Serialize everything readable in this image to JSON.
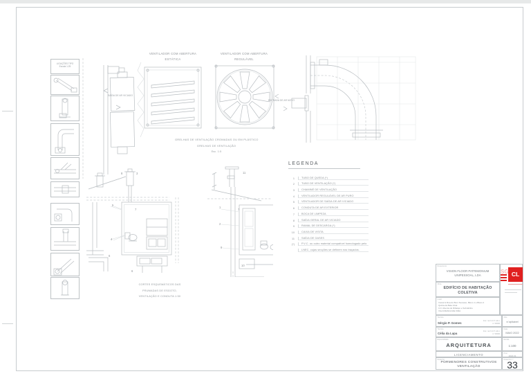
{
  "drawings": {
    "ligacoes_label_1": "LIGAÇÕES TIPO",
    "ligacoes_label_2": "Escala 1:25",
    "static_label_1": "VENTILADOR COM ABERTURA",
    "static_label_2": "ESTÁTICA",
    "adjust_label_1": "VENTILADOR COM ABERTURA",
    "adjust_label_2": "REGULÁVEL",
    "grelhas_caption_1": "GRELHAS DE VENTILAÇÃO CROMADAS OU EM PLÁSTICO",
    "grelhas_caption_2": "GRELHAS DE VENTILAÇÃO",
    "grelhas_caption_3": "Esc. 1:5",
    "saida_ar": "SAÍDA DE AR VICIADO",
    "entrada_ar": "ENTRADA DE AR NOVO",
    "cortes_caption_1": "CORTES ESQUEMÁTICOS DAS",
    "cortes_caption_2": "PRUMADAS DE ESGOTO,",
    "cortes_caption_3": "VENTILAÇÃO E CONDUTA 1:50",
    "callouts": [
      "8",
      "3",
      "5",
      "7",
      "4",
      "6",
      "6",
      "11",
      "1",
      "7",
      "2",
      "9",
      "10"
    ]
  },
  "legend": {
    "title": "LEGENDA",
    "items": [
      {
        "num": "1",
        "text": "TUBO DE QUEDA (*)"
      },
      {
        "num": "2",
        "text": "TUBO DE VENTILAÇÃO (*)"
      },
      {
        "num": "3",
        "text": "CHAMINÉ DE VENTILAÇÃO"
      },
      {
        "num": "4",
        "text": "VENTILADOR REGULÁVEL DE AR PURO"
      },
      {
        "num": "5",
        "text": "VENTILADOR DE SAÍDA DE AR VICIADO"
      },
      {
        "num": "6",
        "text": "CONDUTA DE AR EXTERIOR"
      },
      {
        "num": "7",
        "text": "BOCA DE LIMPEZA"
      },
      {
        "num": "8",
        "text": "SAÍDA GERAL DE AR VICIADO"
      },
      {
        "num": "9",
        "text": "RAMAL DE DESCARGA (*)"
      },
      {
        "num": "10",
        "text": "CAIXA DE VISITA"
      },
      {
        "num": "11",
        "text": "SAÍDA DE GASES"
      }
    ],
    "footnote_num": "(*)",
    "footnote_1": "P.V.C. ou outro material compatível homologado pelo",
    "footnote_2": "LNEC, cujas secções se definem nos traçados."
  },
  "title_block": {
    "client_label": "Requerente",
    "client_1": "VISION FLOOR PATRIMONIUM",
    "client_2": "UNIPESSOAL, LDA",
    "project_label": "Obra",
    "project_1": "EDIFÍCIO DE HABITAÇÃO",
    "project_2": "COLETIVA",
    "location_label": "Local",
    "location_1": "Imóvel à Rua do Bom Sucesso, Bloco 1 e Bloco 2",
    "location_2": "Quinta da Bela Vista",
    "location_3": "U.F. Alverca do Ribatejo e Sobralinho",
    "location_4": "VILA FRANCA DE XIRA",
    "tech_label": "Técnico",
    "tech1_name": "Sérgio P. Gomes",
    "tech2_name": "Célia da Lapa",
    "insc_note_1": "Insc. na O.A.P. sob o",
    "insc_note_2": "n.º 00000",
    "obs_label": "Obs.",
    "obs_value": "n/ aplicável",
    "date_label": "Data",
    "date_value": "MAIO 2022",
    "specialty_label": "Especialidade",
    "specialty": "ARQUITETURA",
    "phase": "LICENCIAMENTO",
    "scale_label": "Escala",
    "scale_value": "1:100",
    "proc_label": "Proc.",
    "proc_value": "2022.01",
    "drawing_label": "Desenho",
    "drawing_1": "PORMENORES CONSTRUTIVOS",
    "drawing_2": "VENTILAÇÃO",
    "sheet_label": "Desenho n.º",
    "sheet_number": "33",
    "logo_ghost": "SG",
    "logo_box": "CL",
    "accent_red": "#e02020"
  }
}
